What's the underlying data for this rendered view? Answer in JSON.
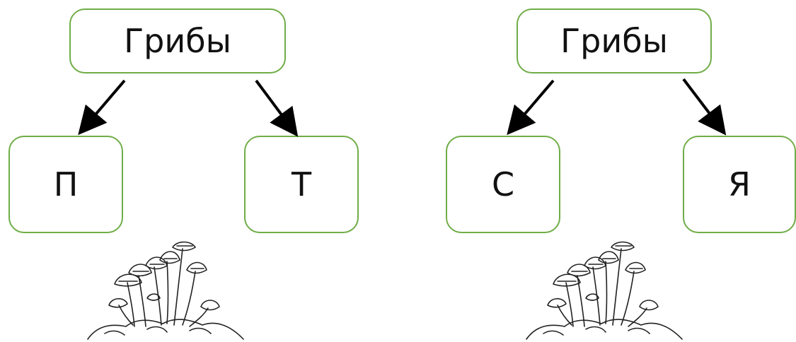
{
  "diagrams": [
    {
      "root": "Грибы",
      "children": [
        "П",
        "Т"
      ]
    },
    {
      "root": "Грибы",
      "children": [
        "С",
        "Я"
      ]
    }
  ],
  "colors": {
    "box_border": "#70ad47",
    "arrow": "#000000"
  },
  "illustration": {
    "icon": "mushrooms-on-moss-icon"
  }
}
